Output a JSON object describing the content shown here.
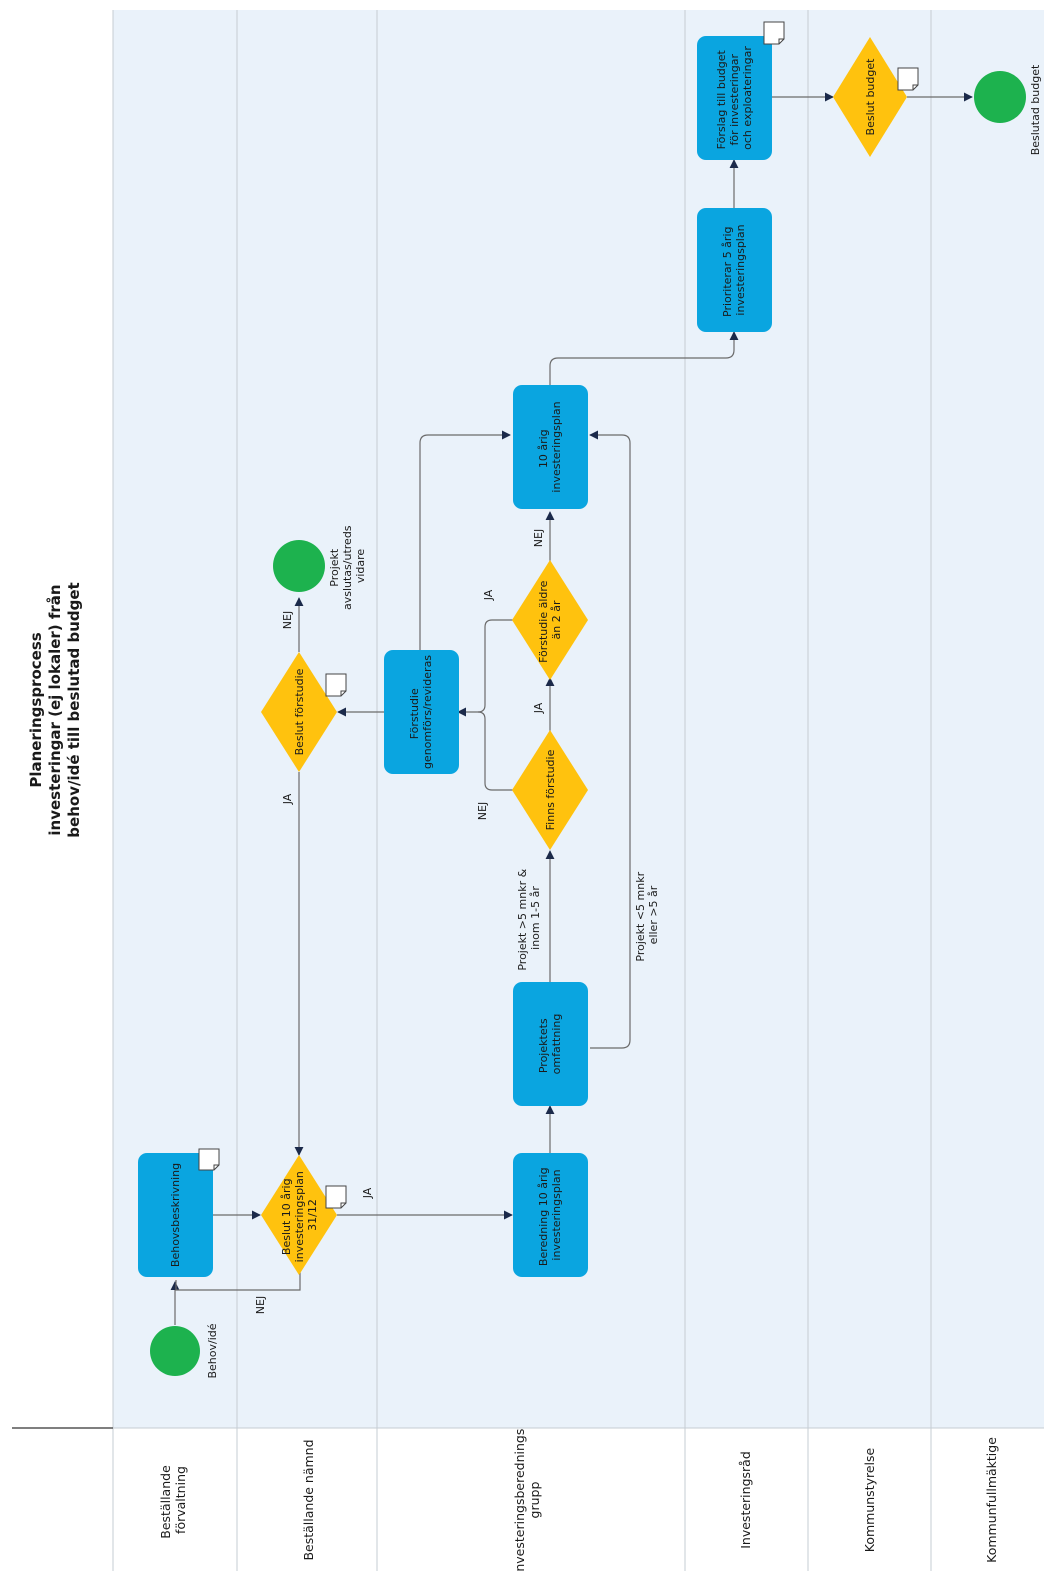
{
  "title": {
    "line1": "Planeringsprocess",
    "line2": "investeringar (ej lokaler) från",
    "line3": "behov/idé till beslutad budget"
  },
  "lanes": [
    {
      "id": "bestallande-forvaltning",
      "label_lines": [
        "Beställande",
        "förvaltning"
      ]
    },
    {
      "id": "bestallande-namnd",
      "label_lines": [
        "Beställande nämnd"
      ]
    },
    {
      "id": "investeringsberedningsgrupp",
      "label_lines": [
        "Investeringsberednings",
        "grupp"
      ]
    },
    {
      "id": "investeringsrad",
      "label_lines": [
        "Investeringsråd"
      ]
    },
    {
      "id": "kommunstyrelse",
      "label_lines": [
        "Kommunstyrelse"
      ]
    },
    {
      "id": "kommunfullmaktige",
      "label_lines": [
        "Kommunfullmäktige"
      ]
    }
  ],
  "events": {
    "start": {
      "label": "Behov/idé"
    },
    "end_projekt": {
      "label_lines": [
        "Projekt",
        "avslutas/utreds",
        "vidare"
      ]
    },
    "end_budget": {
      "label": "Beslutad budget"
    }
  },
  "tasks": {
    "behovsbeskrivning": {
      "lines": [
        "Behovsbeskrivning"
      ]
    },
    "beredning": {
      "lines": [
        "Beredning 10 årig",
        "investeringsplan"
      ]
    },
    "projektets_omfattning": {
      "lines": [
        "Projektets",
        "omfattning"
      ]
    },
    "forstudie_genomfors": {
      "lines": [
        "Förstudie",
        "genomförs/revideras"
      ]
    },
    "tio_arig_plan": {
      "lines": [
        "10 årig",
        "investeringsplan"
      ]
    },
    "prioriterar": {
      "lines": [
        "Prioriterar 5 årig",
        "investeringsplan"
      ]
    },
    "forslag_budget": {
      "lines": [
        "Förslag till budget",
        "för investeringar",
        "och exploateringar"
      ]
    }
  },
  "gateways": {
    "beslut_10_arig": {
      "lines": [
        "Beslut 10 årig",
        "investeringsplan",
        "31/12"
      ]
    },
    "beslut_forstudie": {
      "lines": [
        "Beslut förstudie"
      ]
    },
    "finns_forstudie": {
      "lines": [
        "Finns förstudie"
      ]
    },
    "forstudie_aldre": {
      "lines": [
        "Förstudie äldre",
        "än 2 år"
      ]
    },
    "beslut_budget": {
      "lines": [
        "Beslut budget"
      ]
    }
  },
  "flow_labels": {
    "nej_beslut10": "NEJ",
    "ja_beslut10": "JA",
    "ja_beslut_forstudie": "JA",
    "nej_beslut_forstudie": "NEJ",
    "projekt_large": [
      "Projekt >5 mnkr &",
      "inom 1-5 år"
    ],
    "projekt_small": [
      "Projekt <5 mnkr",
      "eller >5 år"
    ],
    "nej_finns": "NEJ",
    "ja_finns": "JA",
    "ja_aldre": "JA",
    "nej_aldre": "NEJ"
  },
  "colors": {
    "task": "#0aa5e0",
    "gateway": "#ffc20e",
    "event": "#1db24e",
    "lane_bg": "#eaf2fa",
    "lane_line": "#c5ccd3",
    "flow": "#6b6b6b",
    "arrow": "#1b2a4a"
  }
}
